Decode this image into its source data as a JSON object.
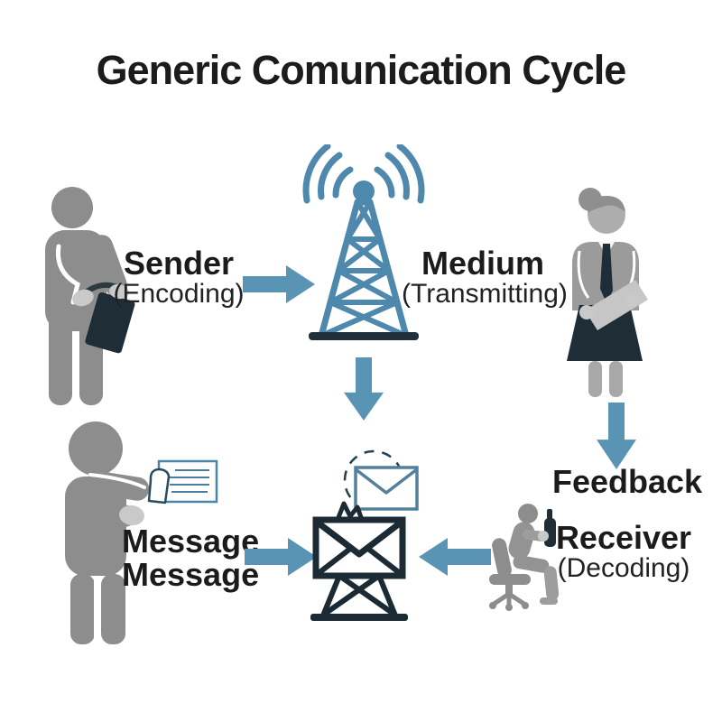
{
  "title": "Generic Comunication Cycle",
  "labels": {
    "sender": "Sender",
    "sender_sub": "(Encoding)",
    "medium": "Medium",
    "medium_sub": "(Transmitting)",
    "feedback": "Feedback",
    "receiver": "Receiver",
    "receiver_sub": "(Decoding)",
    "message_line1": "Message",
    "message_line2": "Message"
  },
  "colors": {
    "arrow_blue": "#5a94b4",
    "tower_blue": "#4e88ac",
    "figure_gray": "#8d8d8d",
    "light_gray": "#c9c9c9",
    "dark_navy": "#1f2d37",
    "card_stroke_blue": "#4a86a6",
    "envelope_blue": "#54809c",
    "text_dark": "#1b1b1b",
    "background": "#ffffff"
  },
  "icons": {
    "sender_figure": "person-with-briefcase-icon",
    "medium_tower": "radio-tower-icon",
    "medium_signal": "signal-waves-icon",
    "audience_figure": "businesswoman-with-tablet-icon",
    "message_figure": "person-presenting-note-icon",
    "message_card": "lined-note-card-icon",
    "envelope_small": "blue-envelope-icon",
    "envelope_main": "dark-envelope-on-stand-icon",
    "dashed_circle": "dashed-circle-icon",
    "receiver_figure": "person-on-office-chair-icon",
    "arrows": "block-arrow-icon"
  }
}
